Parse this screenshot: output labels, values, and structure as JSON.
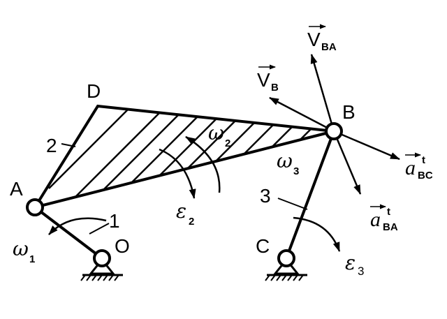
{
  "diagram": {
    "points": {
      "A": "A",
      "B": "B",
      "C": "C",
      "D": "D",
      "O": "O"
    },
    "links": {
      "crank": "1",
      "coupler": "2",
      "rocker": "3"
    },
    "angular_velocities": {
      "w1": {
        "symbol": "ω",
        "sub": "1"
      },
      "w2": {
        "symbol": "ω",
        "sub": "2"
      },
      "w3": {
        "symbol": "ω",
        "sub": "3"
      }
    },
    "angular_accelerations": {
      "e2": {
        "symbol": "ε",
        "sub": "2"
      },
      "e3": {
        "symbol": "ε",
        "sub": "3"
      }
    },
    "vectors": {
      "v_ba": {
        "symbol": "V",
        "sub": "BA"
      },
      "v_b": {
        "symbol": "V",
        "sub": "B"
      },
      "a_bc": {
        "symbol": "a",
        "sup": "t",
        "sub": "BC"
      },
      "a_ba": {
        "symbol": "a",
        "sup": "t",
        "sub": "BA"
      }
    }
  }
}
